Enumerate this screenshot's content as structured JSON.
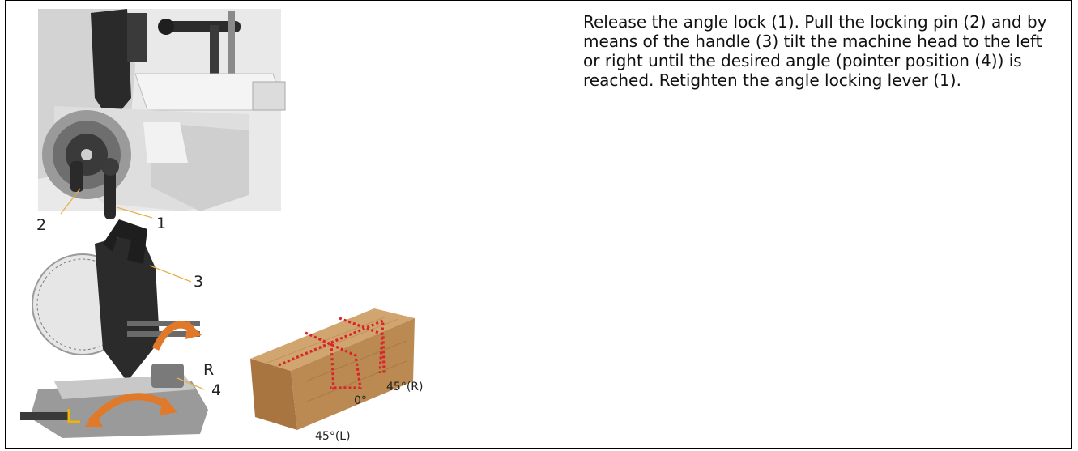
{
  "instruction": {
    "text": "Release the angle lock (1). Pull the locking pin (2) and by means of the handle (3) tilt the machine head to the left or right until the desired angle (pointer position (4)) is reached. Retighten the angle locking lever (1)."
  },
  "callouts": {
    "c1": "1",
    "c2": "2",
    "c3": "3",
    "c4": "4",
    "r": "R"
  },
  "angles": {
    "zero": "0°",
    "right": "45°(R)",
    "left": "45°(L)"
  },
  "colors": {
    "cut_line": "#d9242b",
    "tilt_arrow": "#e07a2a",
    "wood_light": "#d1a56f",
    "wood_dark": "#a8743f",
    "leader": "#e8b04a"
  }
}
